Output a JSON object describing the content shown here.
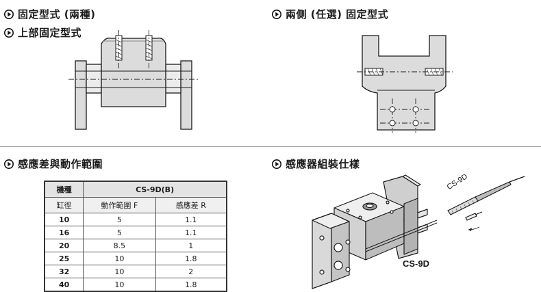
{
  "headings": {
    "fixed_type": "固定型式 (兩種)",
    "top_fixed": "上部固定型式",
    "side_fixed": "兩側 (任選) 固定型式",
    "sensor_range": "感應差與動作範圍",
    "sensor_spec": "感應器組裝仕樣"
  },
  "table": {
    "corner_label": "機種",
    "model_label": "CS-9D(B)",
    "bore_label": "缸徑",
    "col_range": "動作範圍 F",
    "col_diff": "感應差 R",
    "rows": [
      {
        "bore": "10",
        "range": "5",
        "diff": "1.1"
      },
      {
        "bore": "16",
        "range": "5",
        "diff": "1.1"
      },
      {
        "bore": "20",
        "range": "8.5",
        "diff": "1"
      },
      {
        "bore": "25",
        "range": "10",
        "diff": "1.8"
      },
      {
        "bore": "32",
        "range": "10",
        "diff": "2"
      },
      {
        "bore": "40",
        "range": "10",
        "diff": "1.8"
      }
    ]
  },
  "sensor": {
    "model_label": "CS-9D",
    "tag_label": "CS-9D"
  },
  "colors": {
    "drawing_fill": "#dcdcdc",
    "drawing_stroke": "#1a1a1a",
    "table_header": "#e3e3e3",
    "divider": "#9a9a9a"
  }
}
